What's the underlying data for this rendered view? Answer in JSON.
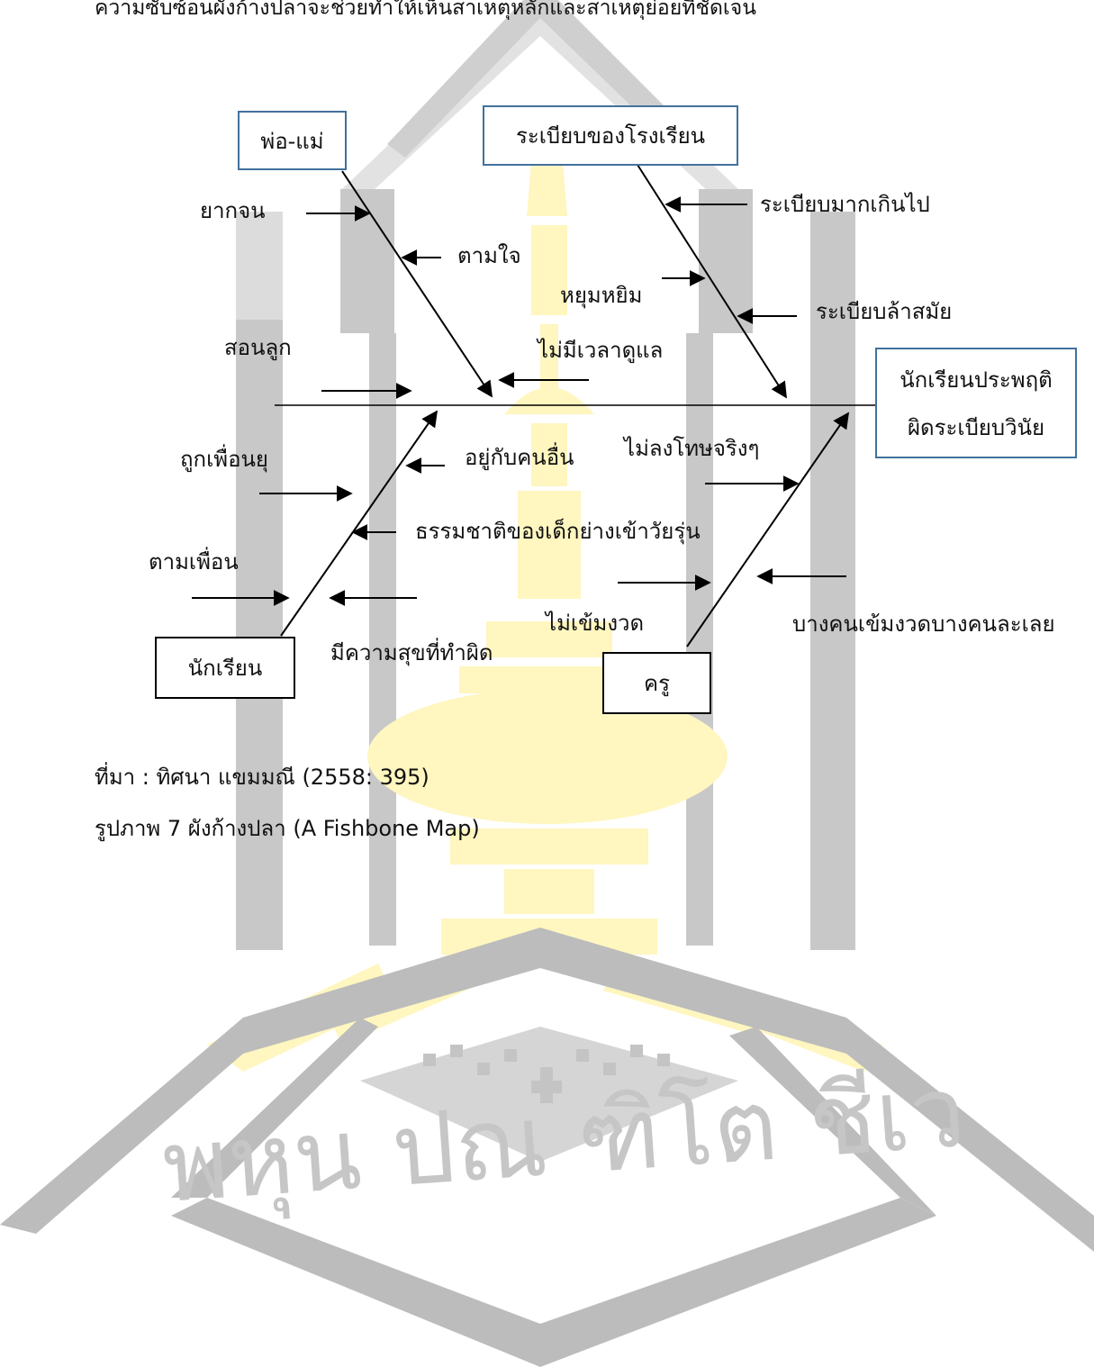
{
  "header_line": "ความซับซ้อนผังก้างปลาจะช่วยทำให้เห็นสาเหตุหลักและสาเหตุย่อยที่ชัดเจน",
  "watermark_text": "พหุน ปณ ฑิโต ชีเว",
  "colors": {
    "watermark_gray": "#c6c6c6",
    "watermark_yellow": "#fff6c0",
    "box_border_blue": "#41719c",
    "text": "#111111"
  },
  "categories": {
    "parents": "พ่อ-แม่",
    "school_rules": "ระเบียบของโรงเรียน",
    "students": "นักเรียน",
    "teachers": "ครู"
  },
  "effect": {
    "line1": "นักเรียนประพฤติ",
    "line2": "ผิดระเบียบวินัย"
  },
  "causes": {
    "poor": "ยากจน",
    "indulge": "ตามใจ",
    "no_time": "ไม่มีเวลาดูแล",
    "live_with_others": "อยู่กับคนอื่น",
    "too_many_rules": "ระเบียบมากเกินไป",
    "lax_rules": "หยุมหยิม",
    "outdated_rules": "ระเบียบล้าสมัย",
    "teach_children": "สอนลูก",
    "bullied": "ถูกเพื่อนยุ",
    "adolescence": "ธรรมชาติของเด็กย่างเข้าวัยรุ่น",
    "follow_friends": "ตามเพื่อน",
    "enjoy_wrong": "มีความสุขที่ทำผิด",
    "no_real_punish": "ไม่ลงโทษจริงๆ",
    "not_strict": "ไม่เข้มงวด",
    "inconsistent": "บางคนเข้มงวดบางคนละเลย"
  },
  "source_line": "ที่มา : ทิศนา แขมมณี (2558: 395)",
  "caption_line": "รูปภาพ 7 ผังก้างปลา (A Fishbone Map)"
}
